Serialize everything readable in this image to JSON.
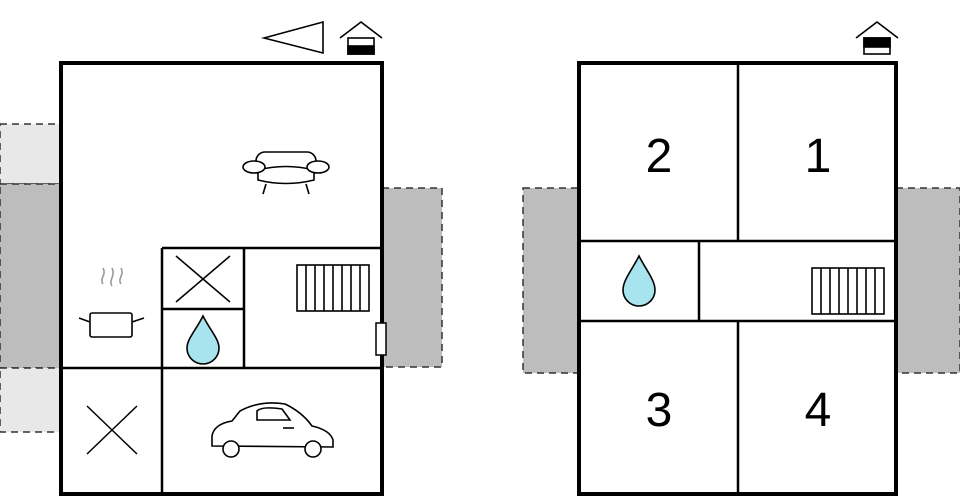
{
  "floors": [
    {
      "id": "ground",
      "level_icon": "house-level-ground-icon",
      "extra_icon": "compass-arrow-icon",
      "rooms": [
        {
          "name": "living-room",
          "icon": "sofa-icon"
        },
        {
          "name": "kitchen",
          "icon": "cooking-pot-icon"
        },
        {
          "name": "toilet",
          "icon": "toilet-cross-icon"
        },
        {
          "name": "bathroom",
          "icon": "water-drop-icon"
        },
        {
          "name": "stairs",
          "icon": "stairs-icon"
        },
        {
          "name": "storage",
          "icon": "storage-cross-icon"
        },
        {
          "name": "garage",
          "icon": "car-icon"
        }
      ]
    },
    {
      "id": "upper",
      "level_icon": "house-level-upper-icon",
      "rooms": [
        {
          "name": "bedroom",
          "label": "1"
        },
        {
          "name": "bedroom",
          "label": "2"
        },
        {
          "name": "bedroom",
          "label": "3"
        },
        {
          "name": "bedroom",
          "label": "4"
        },
        {
          "name": "bathroom",
          "icon": "water-drop-icon"
        },
        {
          "name": "hall",
          "icon": "stairs-icon"
        }
      ]
    }
  ],
  "colors": {
    "wall": "#000000",
    "terrace": "#bdbdbd",
    "terrace_light": "#e8e8e8",
    "water": "#a8e4ee",
    "background": "#ffffff"
  }
}
